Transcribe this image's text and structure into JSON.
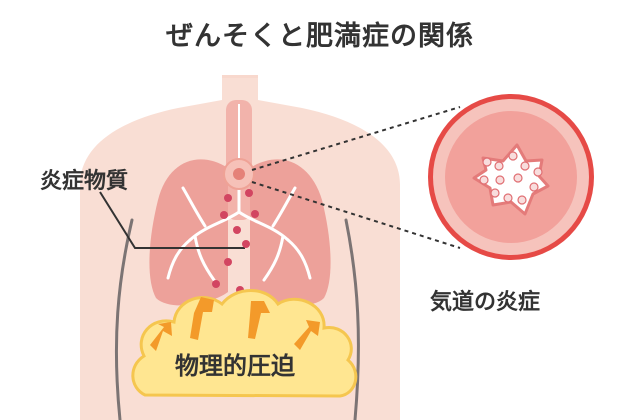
{
  "title": "ぜんそくと肥満症の関係",
  "labels": {
    "inflammatory_substances": "炎症物質",
    "airway_inflammation": "気道の炎症",
    "physical_pressure": "物理的圧迫"
  },
  "colors": {
    "skin": "#f8d8cd",
    "body_outline": "#7c7474",
    "lung": "#eda19a",
    "bronchi": "#ffffff",
    "inflammation_dot": "#d24561",
    "fat": "#ffe691",
    "fat_outline": "#f5c64f",
    "arrow": "#f39a2a",
    "airway_ring": "#e64a46",
    "airway_wall": "#f5b7b0",
    "airway_lumen": "#ffffff"
  },
  "icons": {
    "arrow": "arrow-up-icon",
    "inflammation": "inflammation-dot-icon"
  }
}
